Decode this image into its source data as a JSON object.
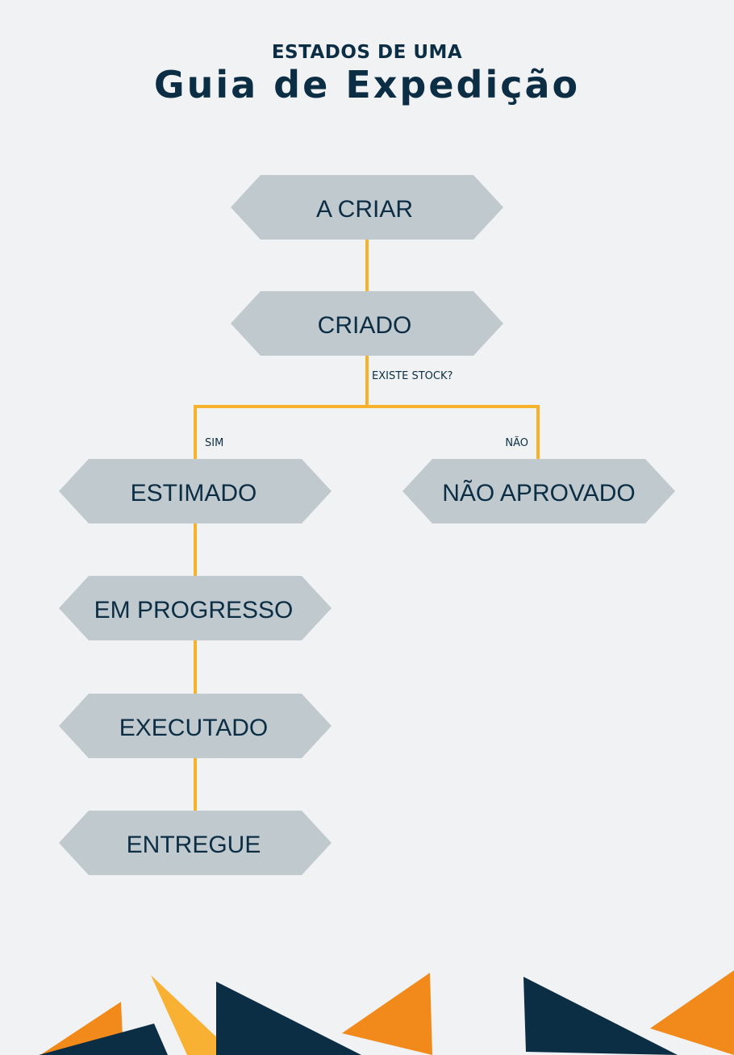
{
  "header": {
    "subtitle": "ESTADOS DE UMA",
    "title": "Guia de Expedição"
  },
  "states": {
    "a_criar": "A CRIAR",
    "criado": "CRIADO",
    "estimado": "ESTIMADO",
    "nao_aprovado": "NÃO APROVADO",
    "em_progresso": "EM PROGRESSO",
    "executado": "EXECUTADO",
    "entregue": "ENTREGUE"
  },
  "decision": {
    "question": "EXISTE STOCK?",
    "yes_label": "SIM",
    "no_label": "NÃO"
  },
  "colors": {
    "navy": "#0c2e45",
    "node_fill": "#c0c9ce",
    "connector": "#f7b22c",
    "orange": "#f18a1b",
    "light_orange": "#f8b133",
    "background": "#f1f2f4"
  }
}
